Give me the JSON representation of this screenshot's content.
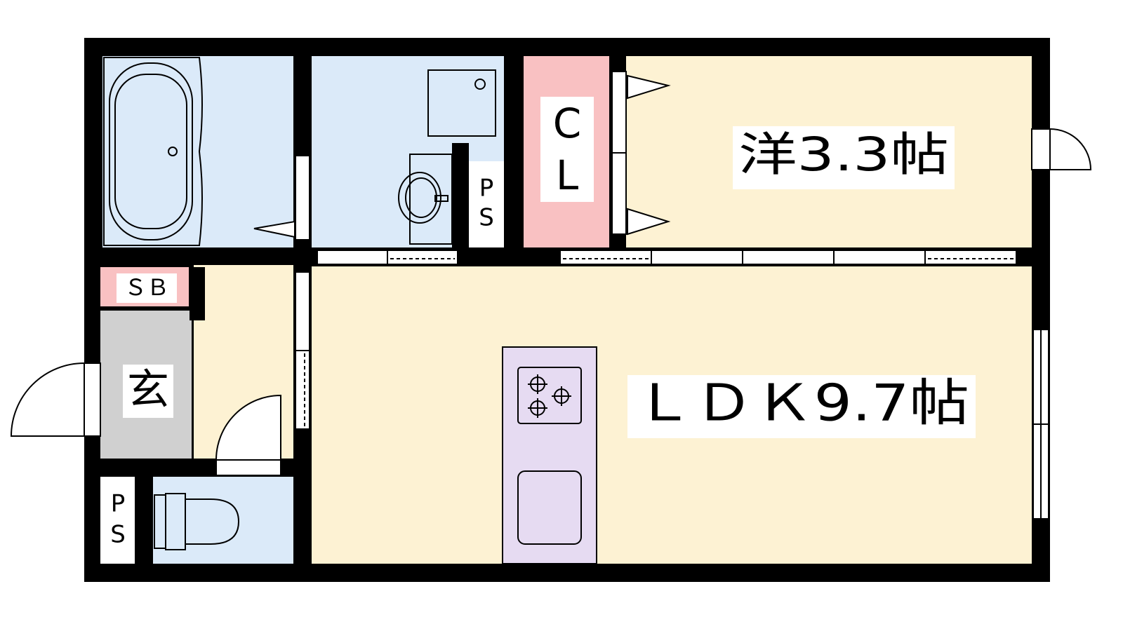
{
  "floorplan": {
    "rooms": {
      "western": {
        "name": "洋3.3帖",
        "kind": "Western-style room",
        "size_jo": 3.3
      },
      "ldk": {
        "name": "ＬＤＫ9.7帖",
        "kind": "Living / dining / kitchen",
        "size_jo": 9.7
      },
      "entrance": {
        "name": "玄"
      },
      "closet": {
        "name": "ＣＬ",
        "line1": "C",
        "line2": "L"
      },
      "shoe_box": {
        "name": "ＳＢ"
      },
      "pipe_space_top": {
        "line1": "P",
        "line2": "S"
      },
      "pipe_space_bottom": {
        "line1": "P",
        "line2": "S"
      }
    },
    "fixtures": [
      "bathtub",
      "washbasin",
      "washing-machine-pan",
      "toilet",
      "stove-3-burner",
      "kitchen-sink"
    ],
    "colors": {
      "wall": "#000000",
      "wet_area": "#dbeaf9",
      "room_floor": "#fdf2d3",
      "closet": "#f9c1c2",
      "entrance": "#d0d0d0",
      "kitchen": "#e6dbf2"
    }
  }
}
